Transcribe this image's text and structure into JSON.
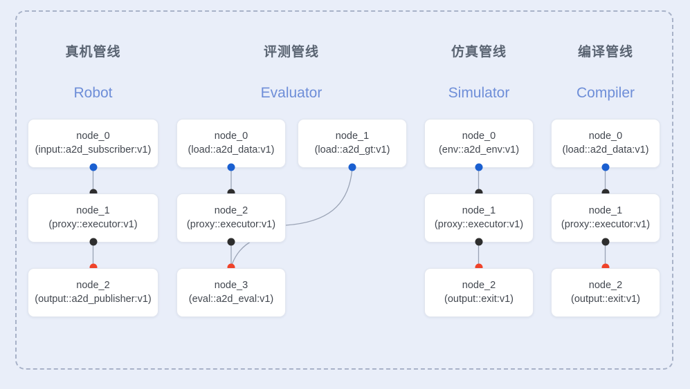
{
  "diagram": {
    "title_bar_visible": false,
    "frame": {
      "style": "dashed-rounded-rectangle"
    },
    "colors": {
      "background": "#e9eef9",
      "frame_border": "#a8b2c8",
      "card_bg": "#ffffff",
      "card_border": "#e2e6ef",
      "title_text": "#5a6472",
      "subtitle_text": "#6e8ed8",
      "node_text": "#42474f",
      "port_input": "#1a5fd0",
      "port_mid": "#2e2e2e",
      "port_output": "#f0432a",
      "edge_line": "#9aa3b5"
    },
    "columns": [
      {
        "title": "真机管线",
        "subtitle": "Robot",
        "nodes": [
          {
            "name": "node_0",
            "spec": "(input::a2d_subscriber:v1)"
          },
          {
            "name": "node_1",
            "spec": "(proxy::executor:v1)"
          },
          {
            "name": "node_2",
            "spec": "(output::a2d_publisher:v1)"
          }
        ]
      },
      {
        "title": "评测管线",
        "subtitle": "Evaluator",
        "nodes": [
          {
            "name": "node_0",
            "spec": "(load::a2d_data:v1)"
          },
          {
            "name": "node_2",
            "spec": "(proxy::executor:v1)"
          },
          {
            "name": "node_3",
            "spec": "(eval::a2d_eval:v1)"
          },
          {
            "name": "node_1",
            "spec": "(load::a2d_gt:v1)"
          }
        ]
      },
      {
        "title": "仿真管线",
        "subtitle": "Simulator",
        "nodes": [
          {
            "name": "node_0",
            "spec": "(env::a2d_env:v1)"
          },
          {
            "name": "node_1",
            "spec": "(proxy::executor:v1)"
          },
          {
            "name": "node_2",
            "spec": "(output::exit:v1)"
          }
        ]
      },
      {
        "title": "编译管线",
        "subtitle": "Compiler",
        "nodes": [
          {
            "name": "node_0",
            "spec": "(load::a2d_data:v1)"
          },
          {
            "name": "node_1",
            "spec": "(proxy::executor:v1)"
          },
          {
            "name": "node_2",
            "spec": "(output::exit:v1)"
          }
        ]
      }
    ]
  }
}
